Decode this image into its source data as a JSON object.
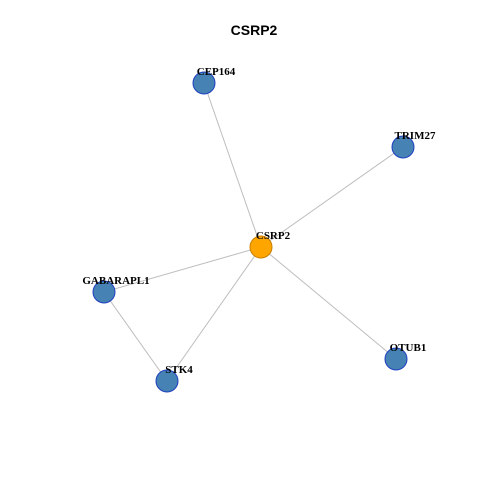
{
  "title": "CSRP2",
  "colors": {
    "hub_fill": "#FFA500",
    "hub_stroke": "#c77f00",
    "node_fill": "#4682B4",
    "node_stroke": "#1f3fbf",
    "edge": "#bdbdbd"
  },
  "nodes": [
    {
      "id": "CEP164",
      "label": "CEP164",
      "role": "neighbor"
    },
    {
      "id": "TRIM27",
      "label": "TRIM27",
      "role": "neighbor"
    },
    {
      "id": "CSRP2",
      "label": "CSRP2",
      "role": "hub"
    },
    {
      "id": "GABARAPL1",
      "label": "GABARAPL1",
      "role": "neighbor"
    },
    {
      "id": "OTUB1",
      "label": "OTUB1",
      "role": "neighbor"
    },
    {
      "id": "STK4",
      "label": "STK4",
      "role": "neighbor"
    }
  ],
  "edges": [
    {
      "source": "CSRP2",
      "target": "CEP164"
    },
    {
      "source": "CSRP2",
      "target": "TRIM27"
    },
    {
      "source": "CSRP2",
      "target": "GABARAPL1"
    },
    {
      "source": "CSRP2",
      "target": "OTUB1"
    },
    {
      "source": "CSRP2",
      "target": "STK4"
    },
    {
      "source": "GABARAPL1",
      "target": "STK4"
    }
  ]
}
